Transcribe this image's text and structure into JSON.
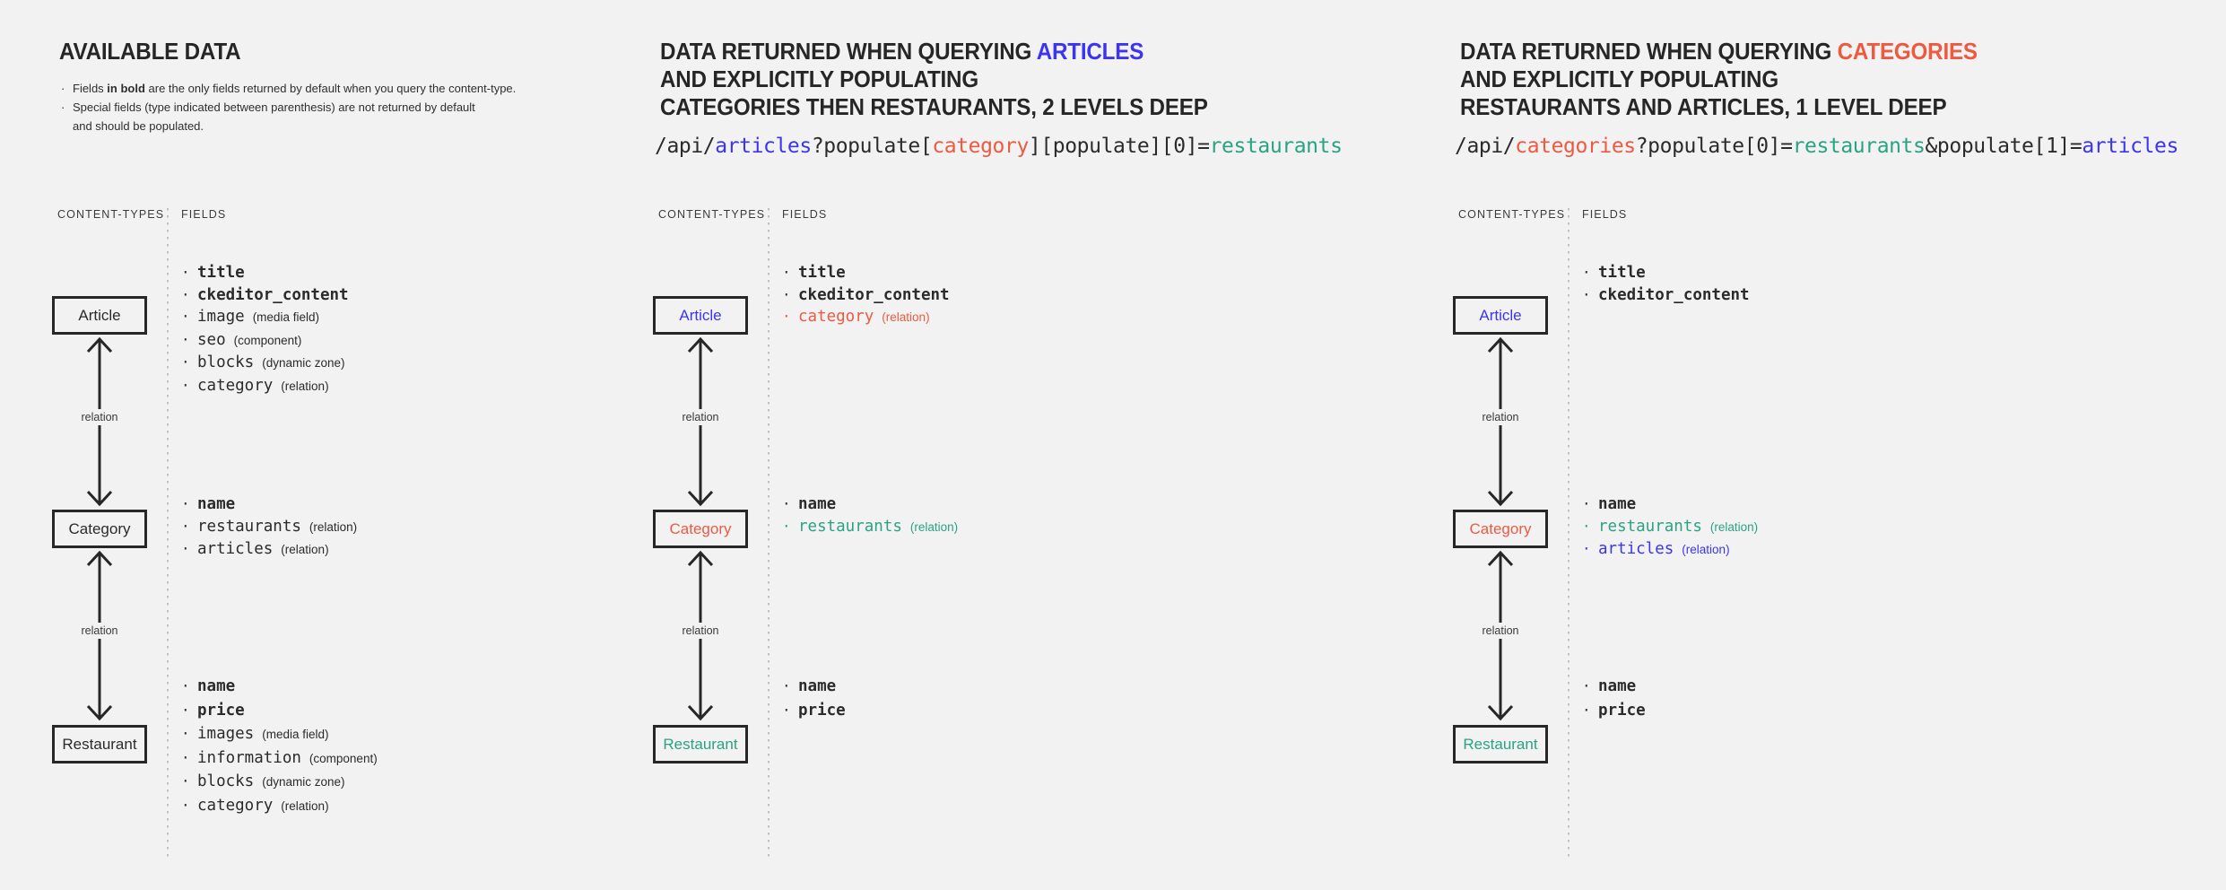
{
  "colors": {
    "bg": "#f2f2f2",
    "dark": "#2b2b2b",
    "blue": "#3c35ef",
    "red": "#ee5a41",
    "teal": "#2aa383"
  },
  "panels": [
    {
      "title": {
        "line1": "AVAILABLE DATA"
      },
      "notes": {
        "bullet": "·",
        "n1_pre": "Fields ",
        "n1_bold": "in bold",
        "n1_post": " are the only fields returned by default when you query the content-type.",
        "n2": "Special fields (type indicated between parenthesis) are not returned by default\nand should be populated."
      },
      "col_headers": {
        "content_types": "CONTENT-TYPES",
        "fields": "FIELDS"
      },
      "nodes": [
        {
          "label": "Article",
          "color": "dark",
          "fields": [
            {
              "name": "title",
              "bold": true,
              "color": "dark",
              "type": ""
            },
            {
              "name": "ckeditor_content",
              "bold": true,
              "color": "dark",
              "type": ""
            },
            {
              "name": "image",
              "bold": false,
              "color": "dark",
              "type": "(media field)"
            },
            {
              "name": "seo",
              "bold": false,
              "color": "dark",
              "type": "(component)"
            },
            {
              "name": "blocks",
              "bold": false,
              "color": "dark",
              "type": "(dynamic zone)"
            },
            {
              "name": "category",
              "bold": false,
              "color": "dark",
              "type": "(relation)"
            }
          ]
        },
        {
          "label": "Category",
          "color": "dark",
          "fields": [
            {
              "name": "name",
              "bold": true,
              "color": "dark",
              "type": ""
            },
            {
              "name": "restaurants",
              "bold": false,
              "color": "dark",
              "type": "(relation)"
            },
            {
              "name": "articles",
              "bold": false,
              "color": "dark",
              "type": "(relation)"
            }
          ]
        },
        {
          "label": "Restaurant",
          "color": "dark",
          "fields": [
            {
              "name": "name",
              "bold": true,
              "color": "dark",
              "type": ""
            },
            {
              "name": "price",
              "bold": true,
              "color": "dark",
              "type": ""
            },
            {
              "name": "images",
              "bold": false,
              "color": "dark",
              "type": "(media field)"
            },
            {
              "name": "information",
              "bold": false,
              "color": "dark",
              "type": "(component)"
            },
            {
              "name": "blocks",
              "bold": false,
              "color": "dark",
              "type": "(dynamic zone)"
            },
            {
              "name": "category",
              "bold": false,
              "color": "dark",
              "type": "(relation)"
            }
          ]
        }
      ],
      "arrows": [
        "relation",
        "relation"
      ]
    },
    {
      "title": {
        "prefix": "DATA RETURNED WHEN QUERYING ",
        "highlight": "ARTICLES",
        "highlight_color": "blue",
        "line2": "AND EXPLICITLY POPULATING",
        "line3": "CATEGORIES THEN RESTAURANTS, 2 LEVELS DEEP"
      },
      "url": [
        {
          "t": "/api/",
          "c": "dark"
        },
        {
          "t": "articles",
          "c": "blue"
        },
        {
          "t": "?populate[",
          "c": "dark"
        },
        {
          "t": "category",
          "c": "red"
        },
        {
          "t": "][populate][0]=",
          "c": "dark"
        },
        {
          "t": "restaurants",
          "c": "teal"
        }
      ],
      "col_headers": {
        "content_types": "CONTENT-TYPES",
        "fields": "FIELDS"
      },
      "nodes": [
        {
          "label": "Article",
          "color": "blue",
          "fields": [
            {
              "name": "title",
              "bold": true,
              "color": "dark",
              "type": ""
            },
            {
              "name": "ckeditor_content",
              "bold": true,
              "color": "dark",
              "type": ""
            },
            {
              "name": "category",
              "bold": false,
              "color": "red",
              "type": "(relation)"
            }
          ]
        },
        {
          "label": "Category",
          "color": "red",
          "fields": [
            {
              "name": "name",
              "bold": true,
              "color": "dark",
              "type": ""
            },
            {
              "name": "restaurants",
              "bold": false,
              "color": "teal",
              "type": "(relation)"
            }
          ]
        },
        {
          "label": "Restaurant",
          "color": "teal",
          "fields": [
            {
              "name": "name",
              "bold": true,
              "color": "dark",
              "type": ""
            },
            {
              "name": "price",
              "bold": true,
              "color": "dark",
              "type": ""
            }
          ]
        }
      ],
      "arrows": [
        "relation",
        "relation"
      ]
    },
    {
      "title": {
        "prefix": "DATA RETURNED WHEN QUERYING ",
        "highlight": "CATEGORIES",
        "highlight_color": "red",
        "line2": "AND EXPLICITLY POPULATING",
        "line3": "RESTAURANTS AND ARTICLES, 1 LEVEL DEEP"
      },
      "url": [
        {
          "t": "/api/",
          "c": "dark"
        },
        {
          "t": "categories",
          "c": "red"
        },
        {
          "t": "?populate[0]=",
          "c": "dark"
        },
        {
          "t": "restaurants",
          "c": "teal"
        },
        {
          "t": "&populate[1]=",
          "c": "dark"
        },
        {
          "t": "articles",
          "c": "blue"
        }
      ],
      "col_headers": {
        "content_types": "CONTENT-TYPES",
        "fields": "FIELDS"
      },
      "nodes": [
        {
          "label": "Article",
          "color": "blue",
          "fields": [
            {
              "name": "title",
              "bold": true,
              "color": "dark",
              "type": ""
            },
            {
              "name": "ckeditor_content",
              "bold": true,
              "color": "dark",
              "type": ""
            }
          ]
        },
        {
          "label": "Category",
          "color": "red",
          "fields": [
            {
              "name": "name",
              "bold": true,
              "color": "dark",
              "type": ""
            },
            {
              "name": "restaurants",
              "bold": false,
              "color": "teal",
              "type": "(relation)"
            },
            {
              "name": "articles",
              "bold": false,
              "color": "blue",
              "type": "(relation)"
            }
          ]
        },
        {
          "label": "Restaurant",
          "color": "teal",
          "fields": [
            {
              "name": "name",
              "bold": true,
              "color": "dark",
              "type": ""
            },
            {
              "name": "price",
              "bold": true,
              "color": "dark",
              "type": ""
            }
          ]
        }
      ],
      "arrows": [
        "relation",
        "relation"
      ]
    }
  ]
}
